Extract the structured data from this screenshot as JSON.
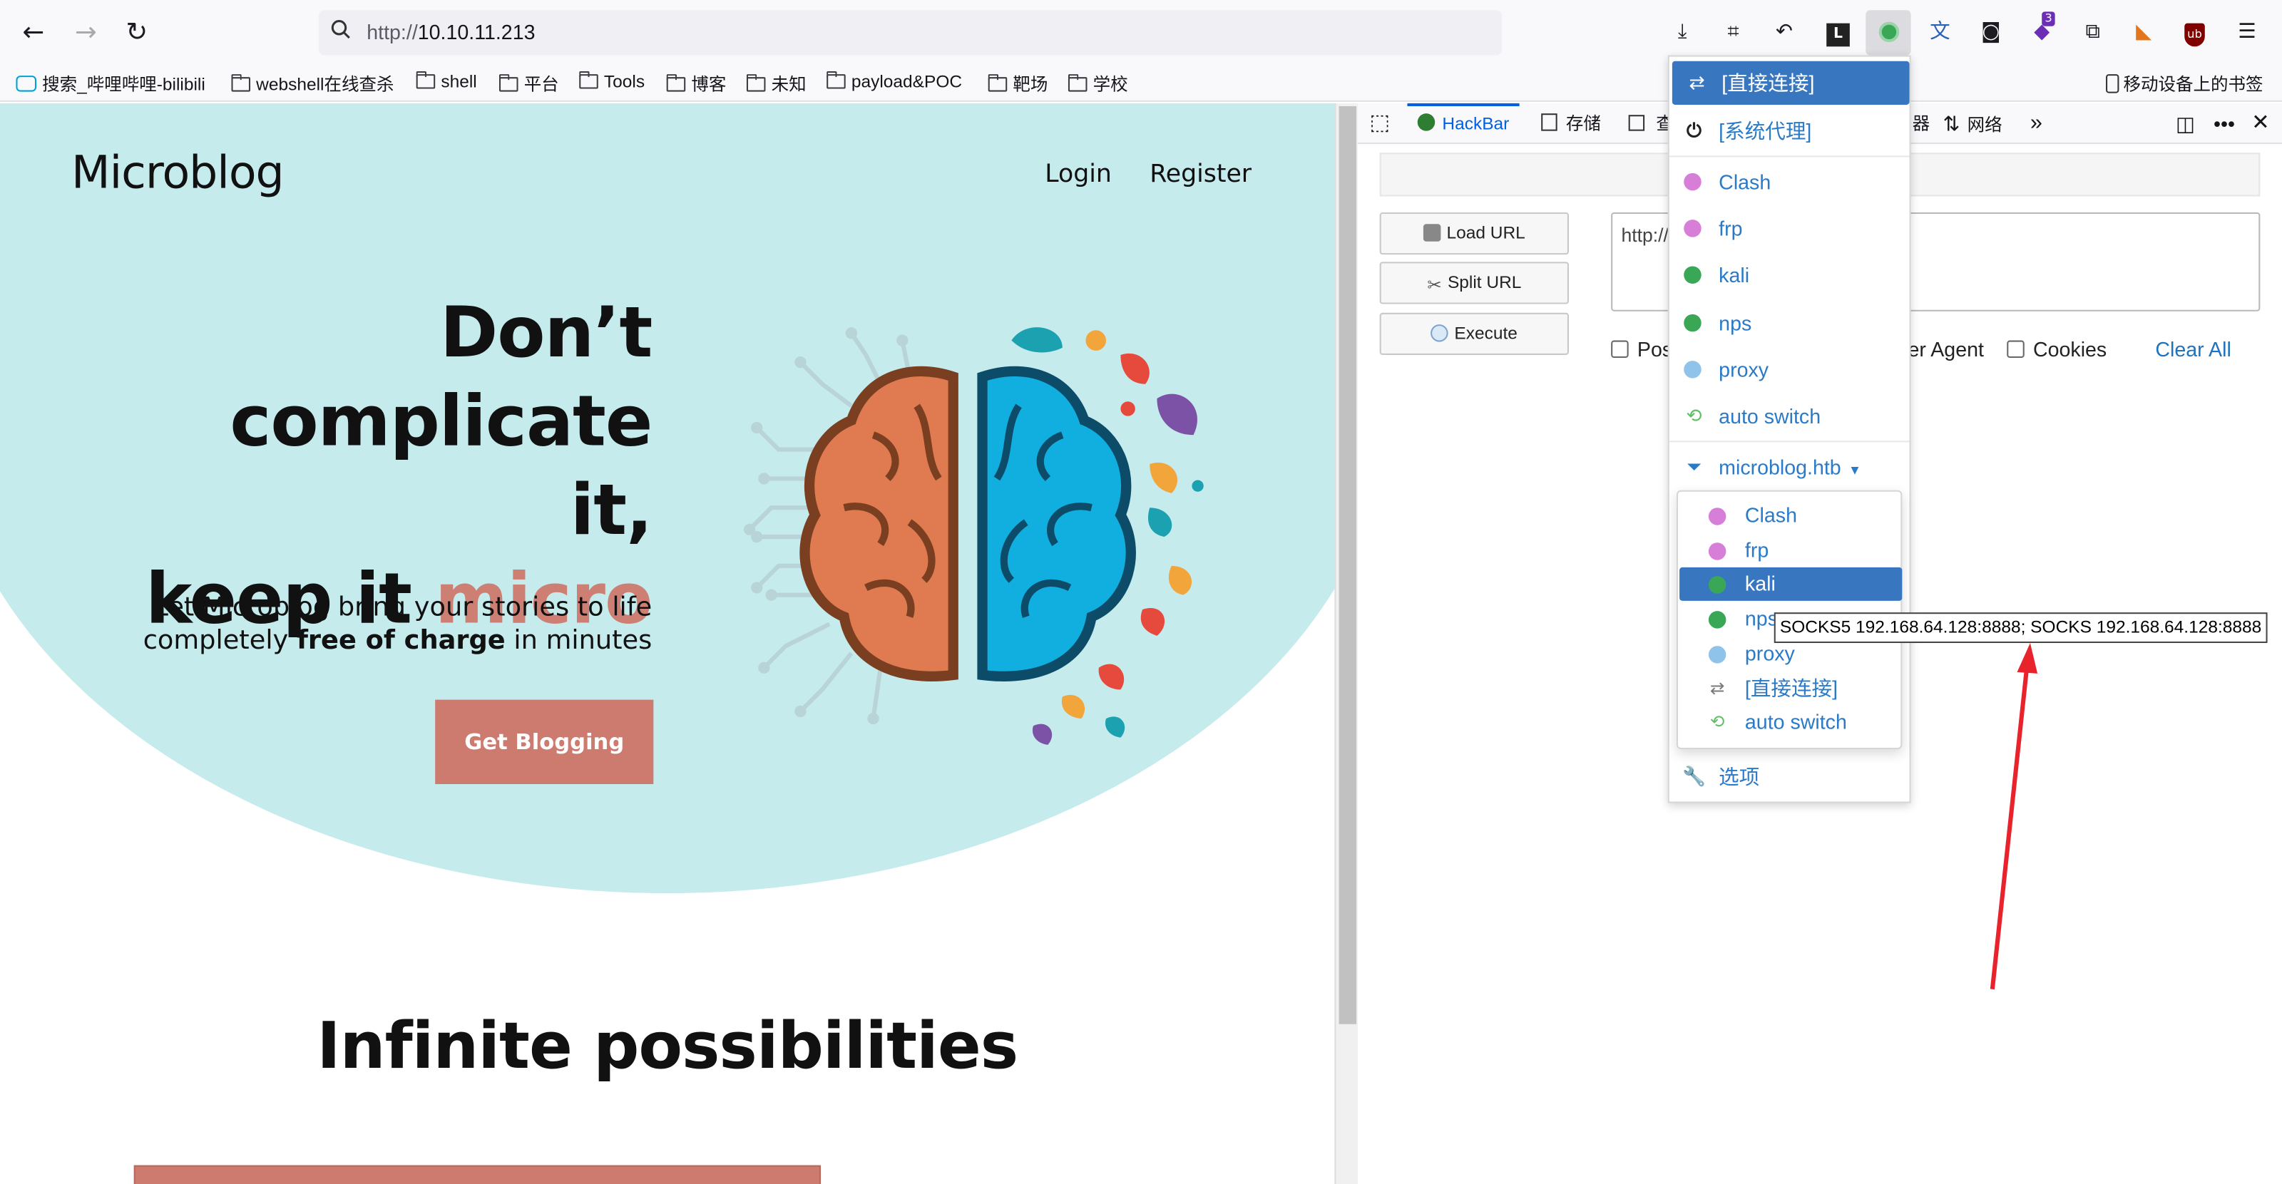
{
  "browser": {
    "url_prefix": "http://",
    "url_host": "10.10.11.213"
  },
  "bookmarks": [
    {
      "label": "搜索_哔哩哔哩-bilibili",
      "icon": "bilibili-icon"
    },
    {
      "label": "webshell在线查杀",
      "icon": "folder-icon"
    },
    {
      "label": "shell",
      "icon": "folder-icon"
    },
    {
      "label": "平台",
      "icon": "folder-icon"
    },
    {
      "label": "Tools",
      "icon": "folder-icon"
    },
    {
      "label": "博客",
      "icon": "folder-icon"
    },
    {
      "label": "未知",
      "icon": "folder-icon"
    },
    {
      "label": "payload&POC",
      "icon": "folder-icon"
    },
    {
      "label": "靶场",
      "icon": "folder-icon"
    },
    {
      "label": "学校",
      "icon": "folder-icon"
    }
  ],
  "mobile_bookmarks": "移动设备上的书签",
  "extension_badge": "3",
  "site": {
    "logo": "Microblog",
    "nav": [
      "Login",
      "Register"
    ],
    "headline_1": "Don’t complicate",
    "headline_2": "it,",
    "headline_3": "keep it ",
    "headline_accent": "micro",
    "sub_1": "Let Microblog bring your stories to life",
    "sub_2_pre": "completely ",
    "sub_2_bold": "free of charge",
    "sub_2_post": " in minutes",
    "cta": "Get Blogging",
    "section_title": "Infinite possibilities"
  },
  "devtools": {
    "tabs": {
      "hackbar": "HackBar",
      "storage": "存储",
      "partial": "查",
      "partial_right": "器",
      "network": "网络"
    },
    "hackbar": {
      "load_url": "Load URL",
      "split_url": "Split URL",
      "execute": "Execute",
      "url_value": "http://",
      "post_partial": "Pos",
      "user_agent_partial": "er Agent",
      "cookies": "Cookies",
      "clear_all": "Clear All"
    }
  },
  "proxy_popup": {
    "direct": "[直接连接]",
    "system": "[系统代理]",
    "profiles": [
      "Clash",
      "frp",
      "kali",
      "nps",
      "proxy"
    ],
    "auto_switch": "auto switch",
    "domain": "microblog.htb",
    "options": "选项",
    "submenu": [
      "Clash",
      "frp",
      "kali",
      "nps",
      "proxy",
      "[直接连接]",
      "auto switch"
    ],
    "submenu_selected": "kali",
    "tooltip": "SOCKS5 192.168.64.128:8888; SOCKS 192.168.64.128:8888",
    "colors": {
      "Clash": "#d77ed8",
      "frp": "#d77ed8",
      "kali": "#3aa757",
      "nps": "#3aa757",
      "proxy": "#8fc3ea",
      "auto": "#5fbf68"
    }
  },
  "colors": {
    "hero_bg": "#c5ebed",
    "accent": "#cd7f73",
    "selection": "#3877bf",
    "link": "#2a7ac7",
    "annotation_arrow": "#e8232b"
  }
}
